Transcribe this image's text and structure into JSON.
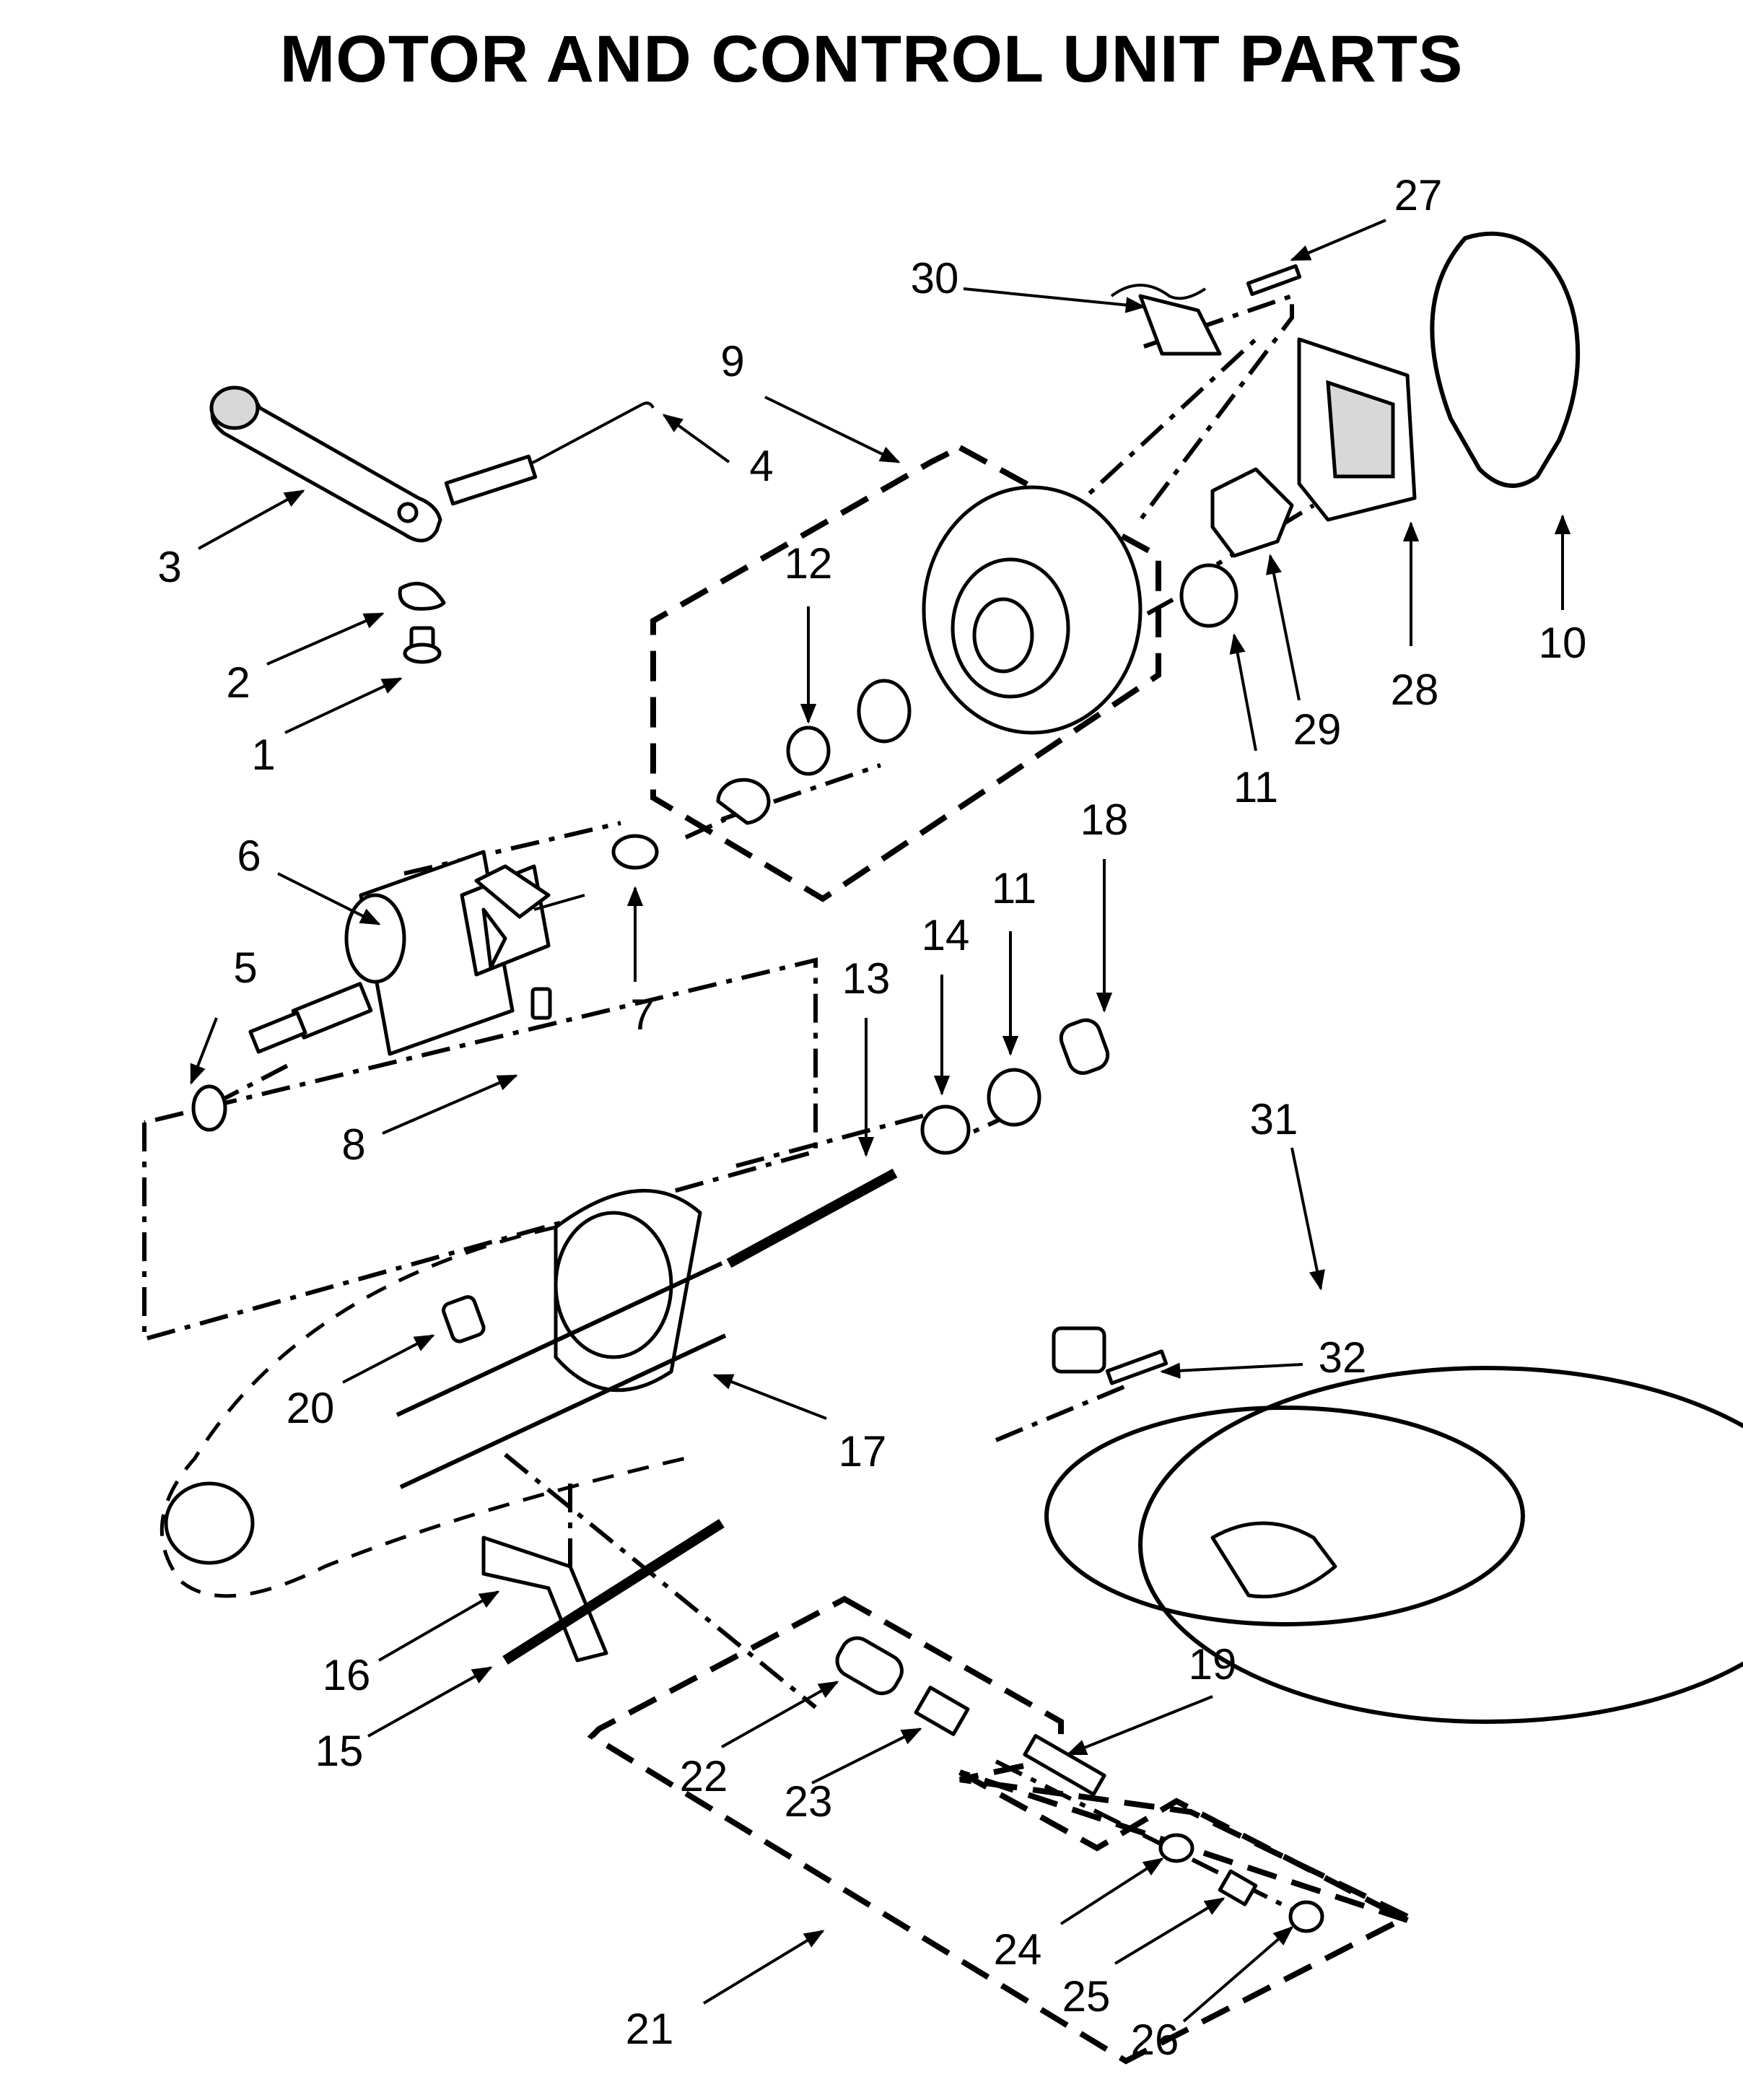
{
  "title": "MOTOR AND CONTROL UNIT PARTS",
  "callouts": [
    "1",
    "2",
    "3",
    "4",
    "5",
    "6",
    "7",
    "8",
    "9",
    "10",
    "11",
    "11",
    "12",
    "13",
    "14",
    "15",
    "16",
    "17",
    "18",
    "19",
    "20",
    "21",
    "22",
    "23",
    "24",
    "25",
    "26",
    "27",
    "28",
    "29",
    "30",
    "31",
    "32"
  ]
}
